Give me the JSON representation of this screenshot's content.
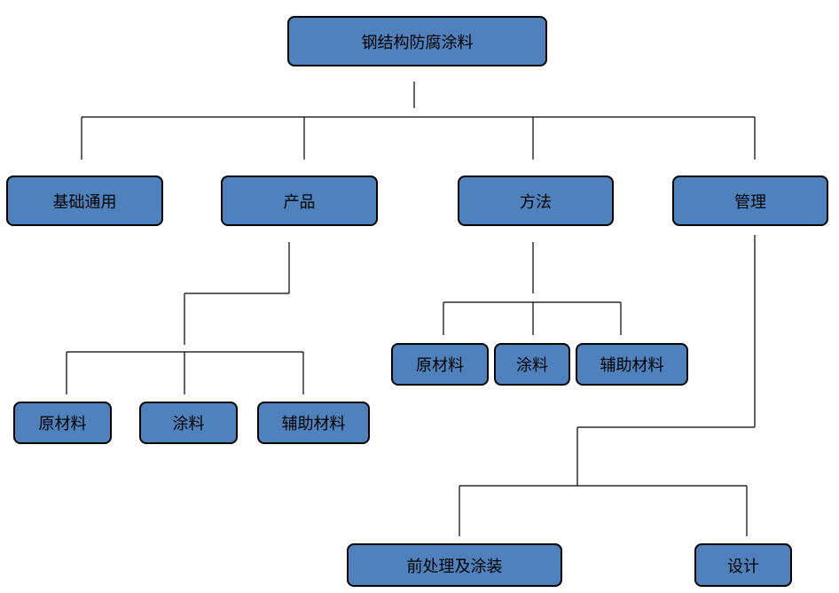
{
  "diagram": {
    "root": "钢结构防腐涂料",
    "categories": {
      "basic": "基础通用",
      "product": "产品",
      "method": "方法",
      "management": "管理"
    },
    "product_children": {
      "raw": "原材料",
      "coating": "涂料",
      "auxiliary": "辅助材料"
    },
    "method_children": {
      "raw": "原材料",
      "coating": "涂料",
      "auxiliary": "辅助材料"
    },
    "management_children": {
      "pretreatment": "前处理及涂装",
      "design": "设计"
    }
  },
  "colors": {
    "node_fill": "#4f81bd",
    "node_border": "#000000",
    "connector": "#000000"
  }
}
